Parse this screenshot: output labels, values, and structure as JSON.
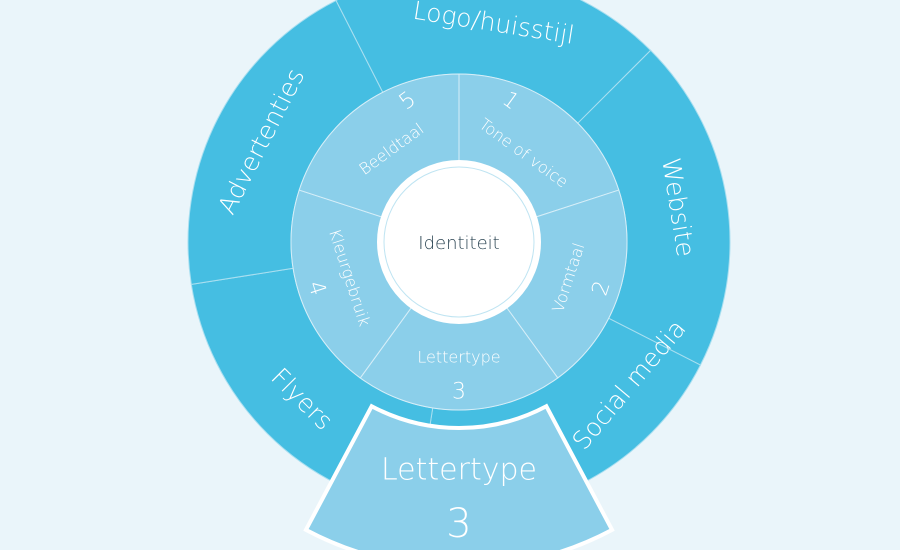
{
  "colors": {
    "background": "#eaf5fa",
    "outer": "#45bee2",
    "middle": "#8bcfea",
    "popout": "#8bcfea",
    "center": "#ffffff",
    "center_text": "#2d4654"
  },
  "center": {
    "label": "Identiteit"
  },
  "inner_segments": [
    {
      "label": "Tone of voice",
      "number": "1"
    },
    {
      "label": "Vormtaal",
      "number": "2"
    },
    {
      "label": "Lettertype",
      "number": "3"
    },
    {
      "label": "Kleurgebruik",
      "number": "4"
    },
    {
      "label": "Beeldtaal",
      "number": "5"
    }
  ],
  "outer_segments": [
    {
      "label": "Logo/huisstijl"
    },
    {
      "label": "Website"
    },
    {
      "label": "Social media"
    },
    {
      "label": "Flyers"
    },
    {
      "label": "Advertenties"
    }
  ],
  "popout": {
    "label": "Lettertype",
    "number": "3"
  }
}
